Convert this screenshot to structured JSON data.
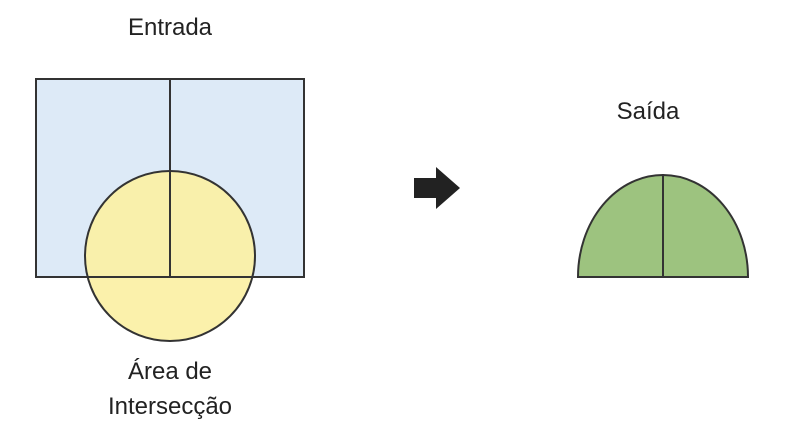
{
  "input": {
    "title": "Entrada",
    "fill_color": "#ddeaf7",
    "stroke_color": "#333333"
  },
  "intersection": {
    "label_line1": "Área de",
    "label_line2": "Intersecção",
    "fill_color": "#fbf0a4"
  },
  "arrow": {
    "icon": "right-arrow-icon",
    "color": "#222222"
  },
  "output": {
    "title": "Saída",
    "fill_color": "#9dc37f"
  }
}
